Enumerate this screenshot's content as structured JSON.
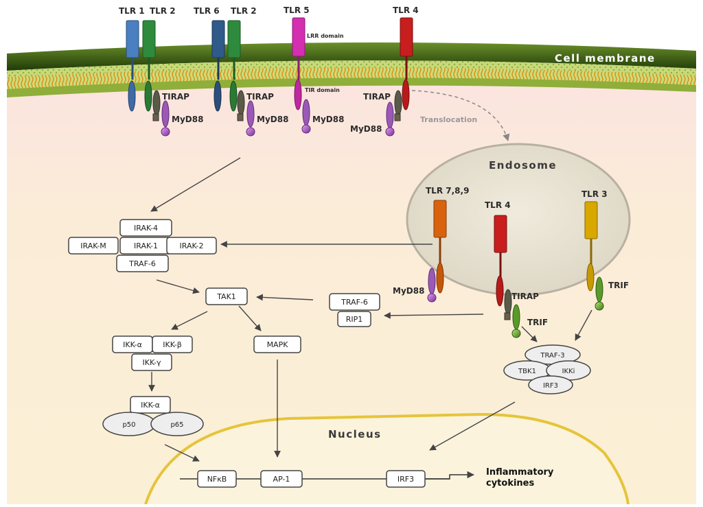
{
  "membrane": {
    "label": "Cell membrane",
    "receptors": [
      "TLR 1",
      "TLR 2",
      "TLR 6",
      "TLR 2",
      "TLR 5",
      "TLR 4"
    ],
    "lrr_label": "LRR domain",
    "tir_label": "TIR domain",
    "adaptors": {
      "tirap": "TIRAP",
      "myd88": "MyD88"
    },
    "translocation": "Translocation"
  },
  "endosome": {
    "label": "Endosome",
    "receptors": [
      "TLR 7,8,9",
      "TLR 4",
      "TLR 3"
    ],
    "myd88": "MyD88",
    "tirap": "TIRAP",
    "trif": "TRIF"
  },
  "irak_complex": [
    "IRAK-4",
    "IRAK-M",
    "IRAK-1",
    "IRAK-2",
    "TRAF-6"
  ],
  "tak1": "TAK1",
  "traf6_rip1": [
    "TRAF-6",
    "RIP1"
  ],
  "ikk": [
    "IKK-α",
    "IKK-β",
    "IKK-γ"
  ],
  "mapk": "MAPK",
  "nfkb_complex": [
    "IKK-α",
    "p50",
    "p65"
  ],
  "irf_complex": [
    "TRAF-3",
    "TBK1",
    "IKKi",
    "IRF3"
  ],
  "nucleus": {
    "label": "Nucleus",
    "factors": [
      "NFκB",
      "AP-1",
      "IRF3"
    ],
    "output": [
      "Inflammatory",
      "cytokines"
    ]
  },
  "colors": {
    "tlr1": "#4a7fc1",
    "tlr2": "#2e8b3d",
    "tlr6": "#2f5a8a",
    "tlr5": "#d42fb0",
    "tlr4": "#c81e1e",
    "tlr789": "#d9620f",
    "tlr3": "#d8a800",
    "myd88": "#9b59b6",
    "tirap": "#4a4a3a",
    "trif": "#5a9a2a",
    "cytoplasm": "#fbefd7",
    "membrane": "#3a5a10"
  }
}
